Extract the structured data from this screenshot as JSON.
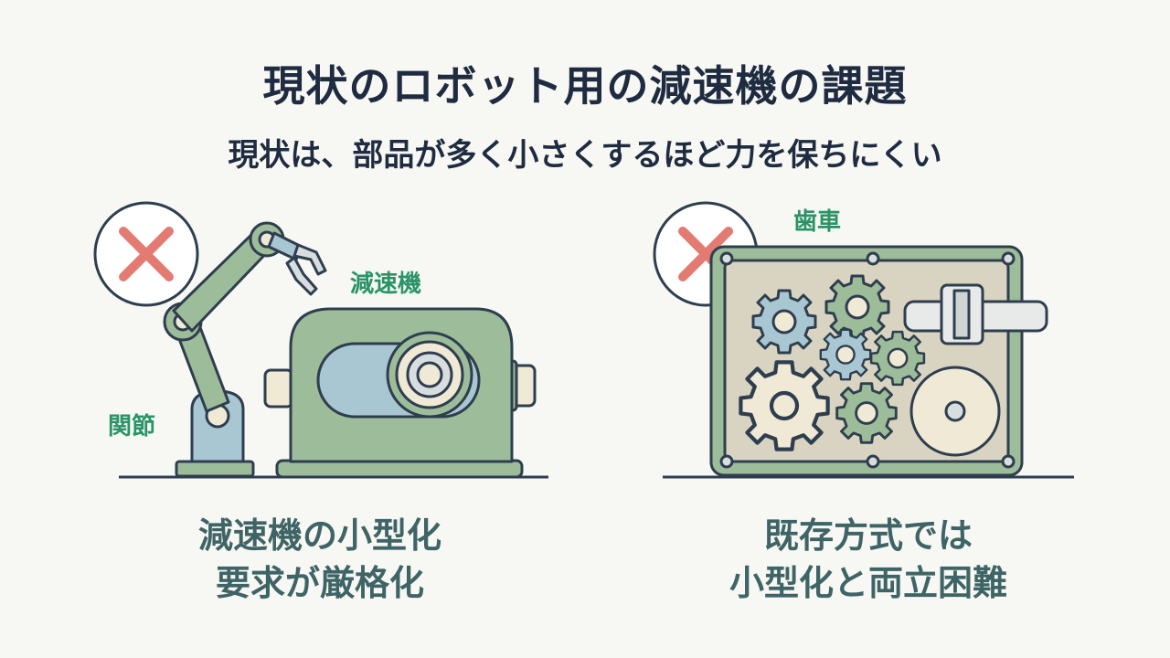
{
  "title": "現状のロボット用の減速機の課題",
  "subtitle": "現状は、部品が多く小さくするほど力を保ちにくい",
  "left": {
    "label_reducer": "減速機",
    "label_joint": "関節",
    "caption_line1": "減速機の小型化",
    "caption_line2": "要求が厳格化"
  },
  "right": {
    "label_gear": "歯車",
    "caption_line1": "既存方式では",
    "caption_line2": "小型化と両立困難"
  },
  "colors": {
    "green_fill": "#9dbc9a",
    "blue_fill": "#a9c6d3",
    "cream_fill": "#efe9d6",
    "outline": "#2f3e4e",
    "x_mark": "#e37b73",
    "label_green": "#2a9466",
    "caption": "#3f6466"
  }
}
